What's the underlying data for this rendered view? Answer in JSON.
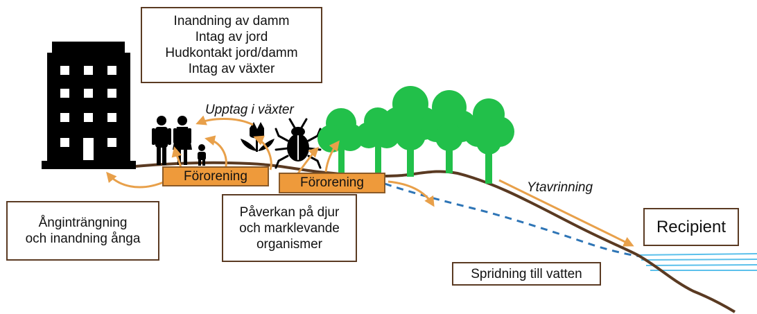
{
  "exposure_box": {
    "lines": [
      "Inandning av damm",
      "Intag av jord",
      "Hudkontakt jord/damm",
      "Intag av växter"
    ]
  },
  "vapor_box": {
    "lines": [
      "Ånginträngning",
      "och inandning ånga"
    ]
  },
  "fauna_box": {
    "lines": [
      "Påverkan på djur",
      "och marklevande",
      "organismer"
    ]
  },
  "sources": [
    {
      "label": "Förorening"
    },
    {
      "label": "Förorening"
    }
  ],
  "labels": {
    "plant_uptake": "Upptag i växter",
    "runoff": "Ytavrinning",
    "recipient": "Recipient",
    "water_spread": "Spridning till vatten"
  },
  "colors": {
    "ground": "#5a3a22",
    "arrow": "#e8a04a",
    "tree": "#22c04a",
    "building": "#000000",
    "groundwater": "#2e75b6",
    "water": "#5bc0eb",
    "source_fill": "#ee9a3b"
  },
  "icons": [
    "building-icon",
    "family-icon",
    "plant-icon",
    "beetle-icon",
    "tree-icon"
  ]
}
